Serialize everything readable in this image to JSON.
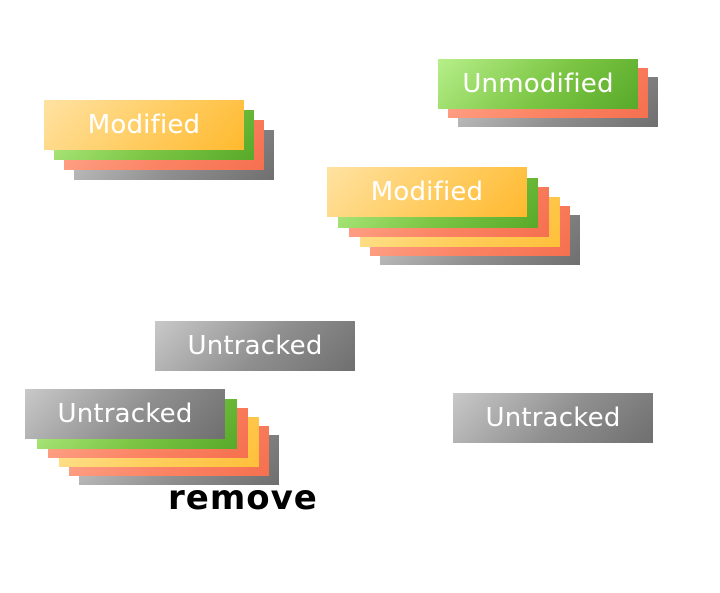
{
  "labels": {
    "modified_1": "Modified",
    "unmodified": "Unmodified",
    "modified_2": "Modified",
    "untracked_1": "Untracked",
    "untracked_2": "Untracked",
    "untracked_3": "Untracked",
    "remove": "remove"
  },
  "colors": {
    "gray": "#8f8f8f",
    "red": "#fb8464",
    "yellow": "#ffce5c",
    "green": "#7cc644",
    "orange": "#ffce66",
    "label_text": "#ffffff",
    "annotation_text": "#000000"
  }
}
